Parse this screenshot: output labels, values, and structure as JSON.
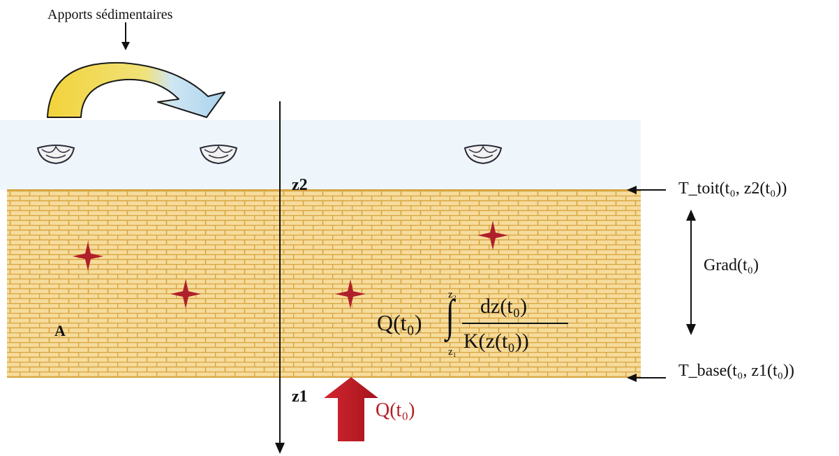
{
  "labels": {
    "apports": "Apports sédimentaires",
    "z2": "z2",
    "z1": "z1",
    "zone_a": "A",
    "t_toit": "T_toit(t₀, z2(t₀))",
    "grad": "Grad(t₀)",
    "t_base": "T_base(t₀, z1(t₀))",
    "q_flux": "Q(t₀)"
  },
  "formula": {
    "prefix": "Q(t₀)",
    "integral": "∫",
    "upper_bound": "z₂",
    "lower_bound": "z₁",
    "numerator": "dz(t₀)",
    "denominator": "K(z(t₀))"
  },
  "colors": {
    "layer_fill": "#f6dc9c",
    "brick_line": "#d9a441",
    "water": "#eef6fb",
    "star": "#b0202a",
    "flux_arrow": "#c8202a",
    "curved_arrow_start": "#f3d33a",
    "curved_arrow_end": "#a9d2ec"
  },
  "icons": [
    "shell-icon",
    "star-icon",
    "curved-arrow-icon"
  ]
}
